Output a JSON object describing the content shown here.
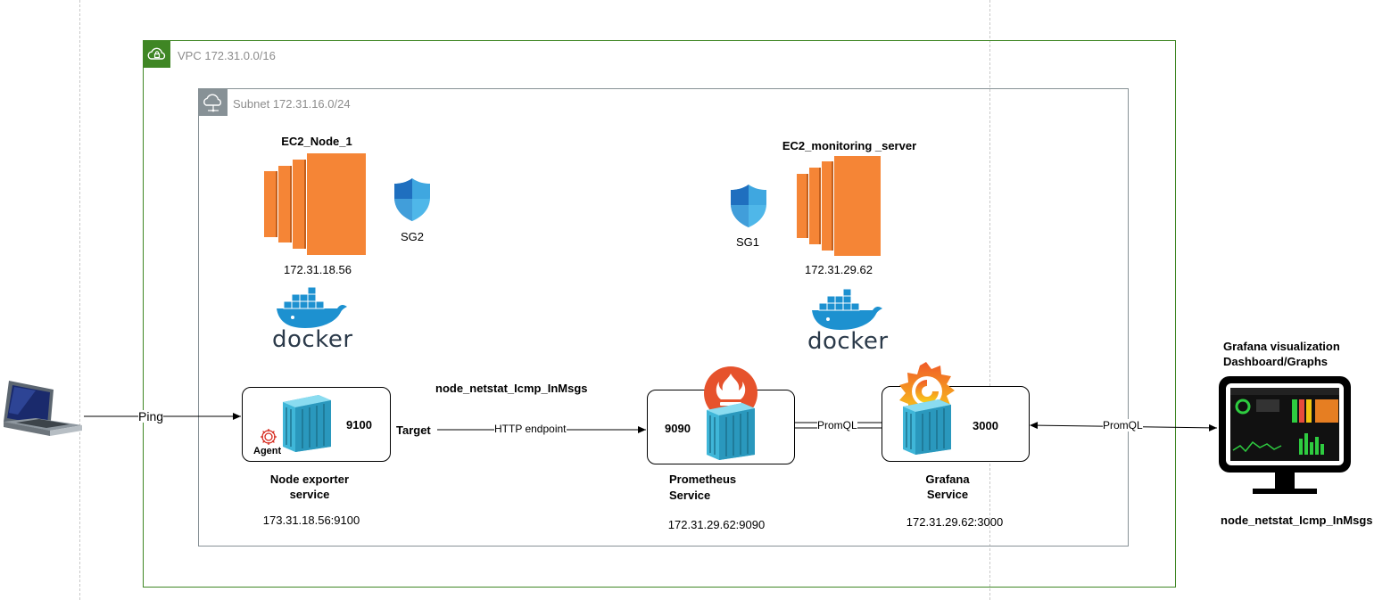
{
  "vpc": {
    "label": "VPC 172.31.0.0/16"
  },
  "subnet": {
    "label": "Subnet 172.31.16.0/24"
  },
  "node1": {
    "title": "EC2_Node_1",
    "ip": "172.31.18.56",
    "sg": "SG2",
    "service_line1": "Node exporter",
    "service_line2": "service",
    "port": "9100",
    "agent": "Agent",
    "endpoint": "173.31.18.56:9100"
  },
  "monitor": {
    "title": "EC2_monitoring _server",
    "ip": "172.31.29.62",
    "sg": "SG1"
  },
  "prometheus": {
    "port": "9090",
    "service_line1": "Prometheus",
    "service_line2": "Service",
    "endpoint": "172.31.29.62:9090"
  },
  "grafana": {
    "port": "3000",
    "service_line1": "Grafana",
    "service_line2": "Service",
    "endpoint": "172.31.29.62:3000"
  },
  "metric_label": "node_netstat_Icmp_InMsgs",
  "edges": {
    "ping": "Ping",
    "target": "Target",
    "http": "HTTP  endpoint",
    "promql_left": "PromQL",
    "promql_right": "PromQL"
  },
  "dashboard": {
    "title_line1": "Grafana visualization",
    "title_line2": "Dashboard/Graphs",
    "metric": "node_netstat_Icmp_InMsgs"
  },
  "docker_word": "docker",
  "colors": {
    "vpc": "#3f8624",
    "subnet": "#879196",
    "ec2_orange": "#f58536",
    "docker_blue": "#1d91d0",
    "container_blue": "#3fb6d8",
    "prometheus_red": "#e6522c",
    "grafana_orange": "#f39c1f"
  }
}
